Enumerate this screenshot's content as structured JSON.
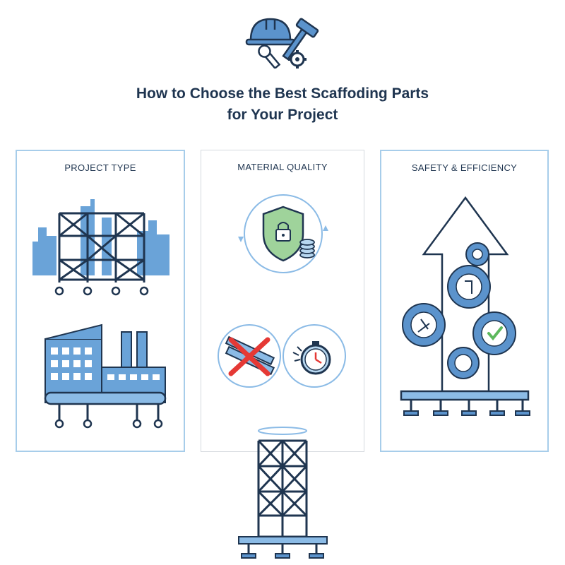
{
  "title": {
    "line1": "How to Choose the Best Scaffoding Parts",
    "line2": "for Your Project"
  },
  "panels": [
    {
      "title": "PROJECT TYPE",
      "icons": [
        "city-scaffold-icon",
        "factory-pipe-scaffold-icon"
      ]
    },
    {
      "title": "MATERIAL QUALITY",
      "icons": [
        "shield-lock-coins-icon",
        "broken-beam-cross-icon",
        "stopwatch-icon"
      ]
    },
    {
      "title": "SAFETY & EFFICIENCY",
      "icons": [
        "up-arrow-icon",
        "gears-worker-icon",
        "check-gear-icon"
      ]
    }
  ],
  "header_icon": "hardhat-tools-icon",
  "footer_icon": "scaffold-tower-icon",
  "colors": {
    "navy": "#1f3550",
    "blue": "#5b93cc",
    "light_blue": "#a7cdea",
    "green": "#5cb85c",
    "red": "#e53935"
  }
}
